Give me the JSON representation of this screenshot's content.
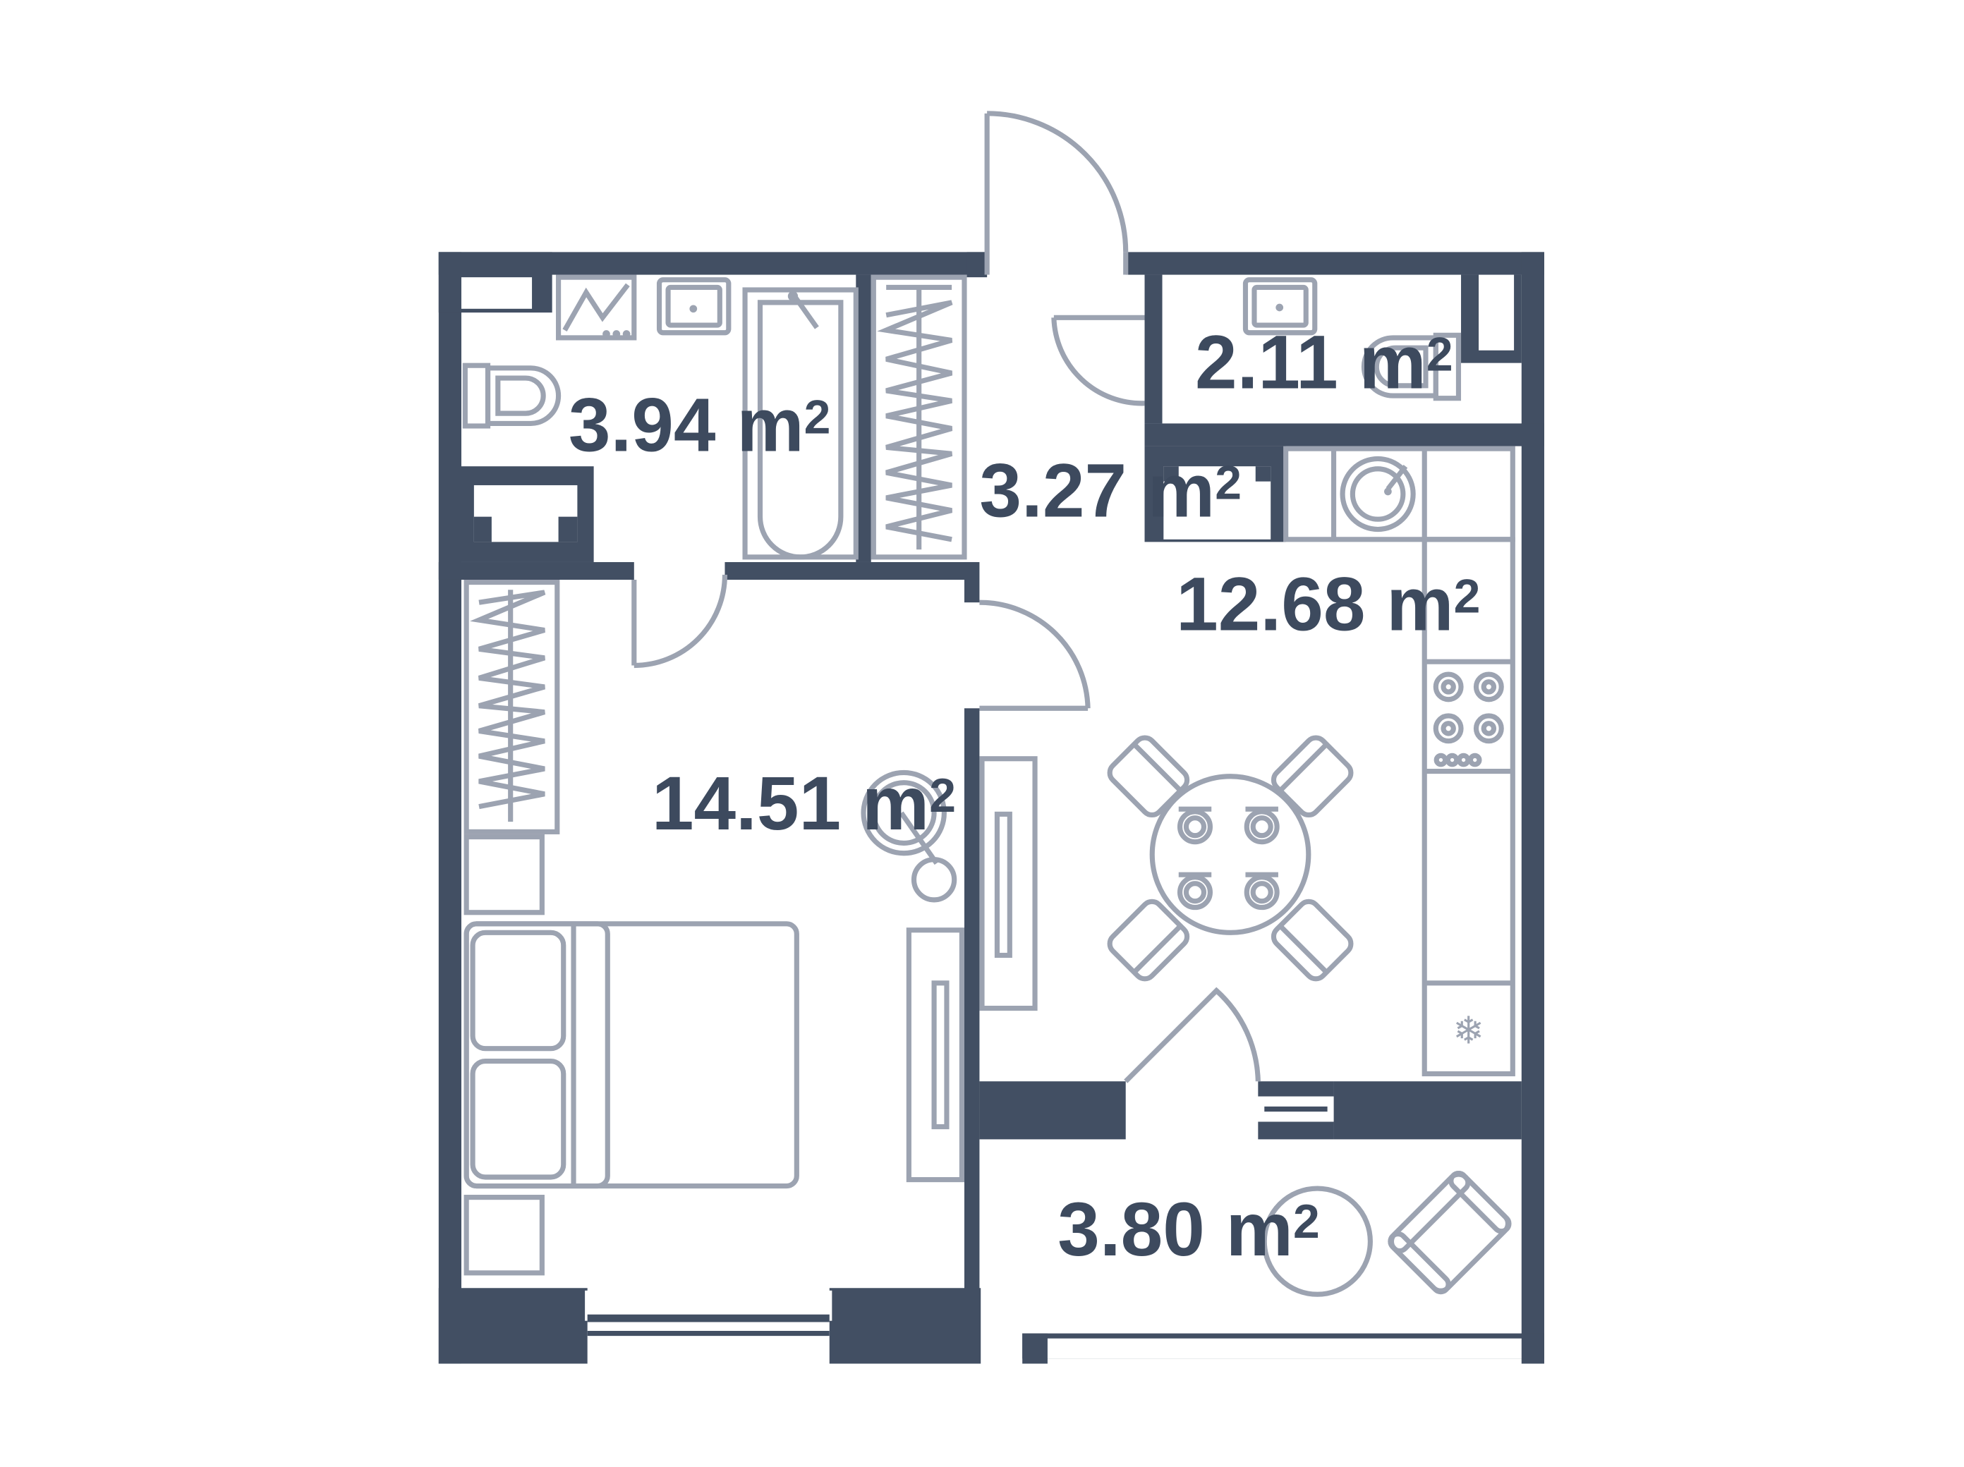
{
  "colors": {
    "wall": "#424f63",
    "line": "#9ca3b1",
    "text": "#3d4a5e",
    "background": "#ffffff"
  },
  "unit": "m",
  "unit_power": "2",
  "rooms": [
    {
      "id": "bathroom",
      "area": "3.94"
    },
    {
      "id": "hallway",
      "area": "3.27"
    },
    {
      "id": "toilet",
      "area": "2.11"
    },
    {
      "id": "kitchen",
      "area": "12.68"
    },
    {
      "id": "bedroom",
      "area": "14.51"
    },
    {
      "id": "balcony",
      "area": "3.80"
    }
  ],
  "icons": [
    "door-icon",
    "toilet-icon",
    "sink-icon",
    "bathtub-icon",
    "shower-icon",
    "wardrobe-icon",
    "washing-machine-icon",
    "stove-icon",
    "fridge-icon",
    "bed-icon",
    "nightstand-icon",
    "dining-table-icon",
    "chair-icon",
    "tv-stand-icon",
    "desk-icon",
    "lamp-icon",
    "armchair-icon",
    "round-table-icon"
  ]
}
